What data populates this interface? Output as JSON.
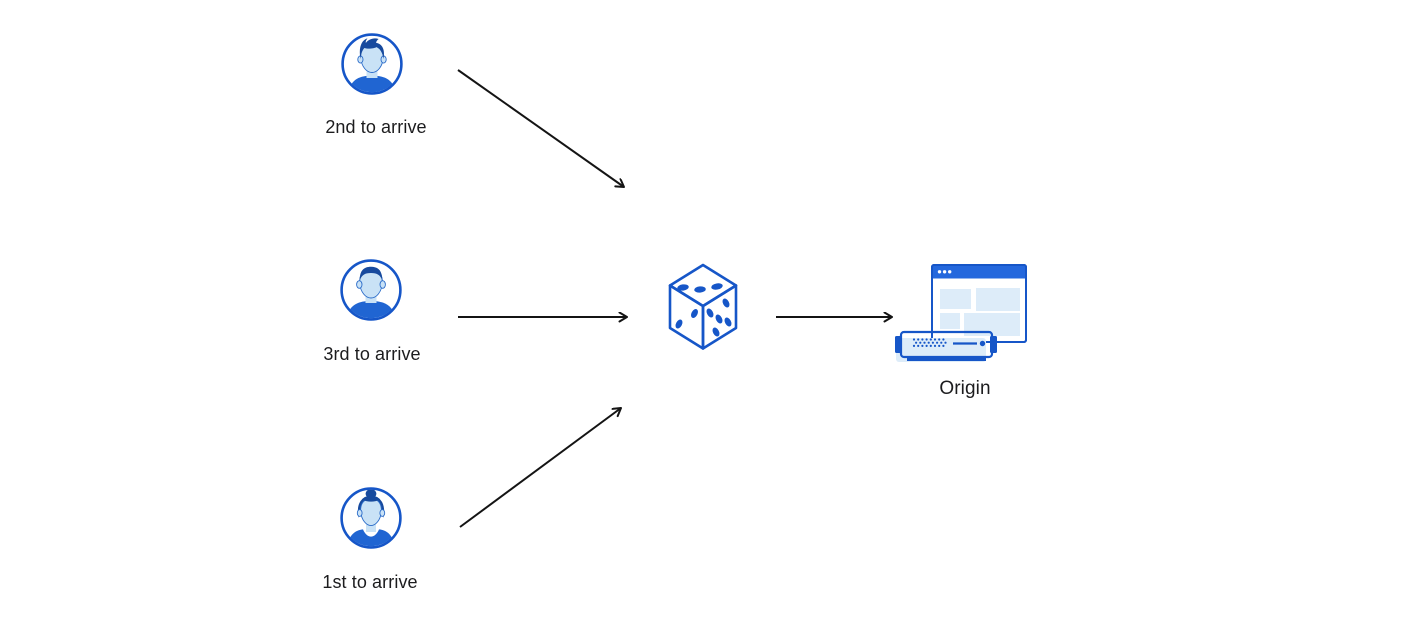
{
  "palette": {
    "primary_blue": "#1656c8",
    "titlebar_blue": "#2468dd",
    "face_blue": "#c9e2f6",
    "panel_blue": "#ddecf9",
    "shirt_blue": "#2065d2",
    "hair_navy": "#174a9e",
    "arrow_black": "#141414",
    "text_color": "#1c1c1e"
  },
  "nodes": {
    "user_top": {
      "label": "2nd to arrive",
      "icon": "male-user-avatar-icon"
    },
    "user_middle": {
      "label": "3rd to arrive",
      "icon": "male-user-avatar-icon"
    },
    "user_bottom": {
      "label": "1st to arrive",
      "icon": "female-user-avatar-icon"
    },
    "randomizer": {
      "icon": "dice-icon"
    },
    "origin": {
      "label": "Origin",
      "icon": "origin-server-browser-icon"
    }
  },
  "edges": [
    {
      "from": "user_top",
      "to": "randomizer",
      "style": "black-arrow"
    },
    {
      "from": "user_middle",
      "to": "randomizer",
      "style": "black-arrow"
    },
    {
      "from": "user_bottom",
      "to": "randomizer",
      "style": "black-arrow"
    },
    {
      "from": "randomizer",
      "to": "origin",
      "style": "black-arrow"
    }
  ]
}
